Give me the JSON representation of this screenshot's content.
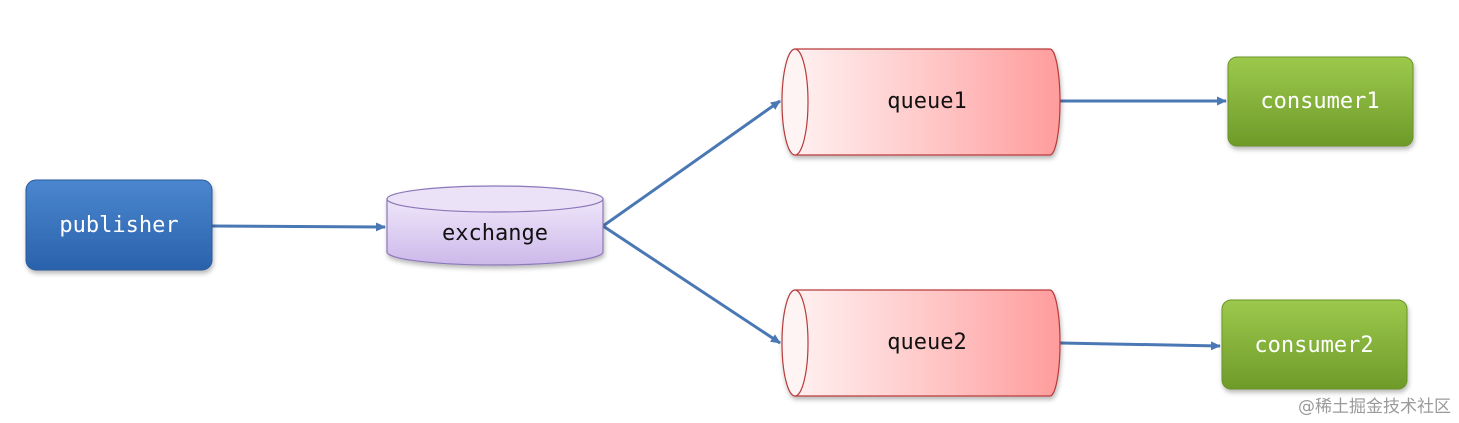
{
  "nodes": {
    "publisher": {
      "label": "publisher"
    },
    "exchange": {
      "label": "exchange"
    },
    "queue1": {
      "label": "queue1"
    },
    "queue2": {
      "label": "queue2"
    },
    "consumer1": {
      "label": "consumer1"
    },
    "consumer2": {
      "label": "consumer2"
    }
  },
  "colors": {
    "publisher_top": "#4a86cf",
    "publisher_bottom": "#2a62ab",
    "exchange_fill_top": "#eee6fa",
    "exchange_fill_bottom": "#cdb8ea",
    "exchange_stroke": "#8a78b8",
    "queue_fill_left": "#fff0f0",
    "queue_fill_right": "#ff9c9c",
    "queue_stroke": "#b83a3a",
    "consumer_top": "#9cc94c",
    "consumer_bottom": "#6e9a2a",
    "arrow": "#4a78b4"
  },
  "watermark": "@稀土掘金技术社区"
}
